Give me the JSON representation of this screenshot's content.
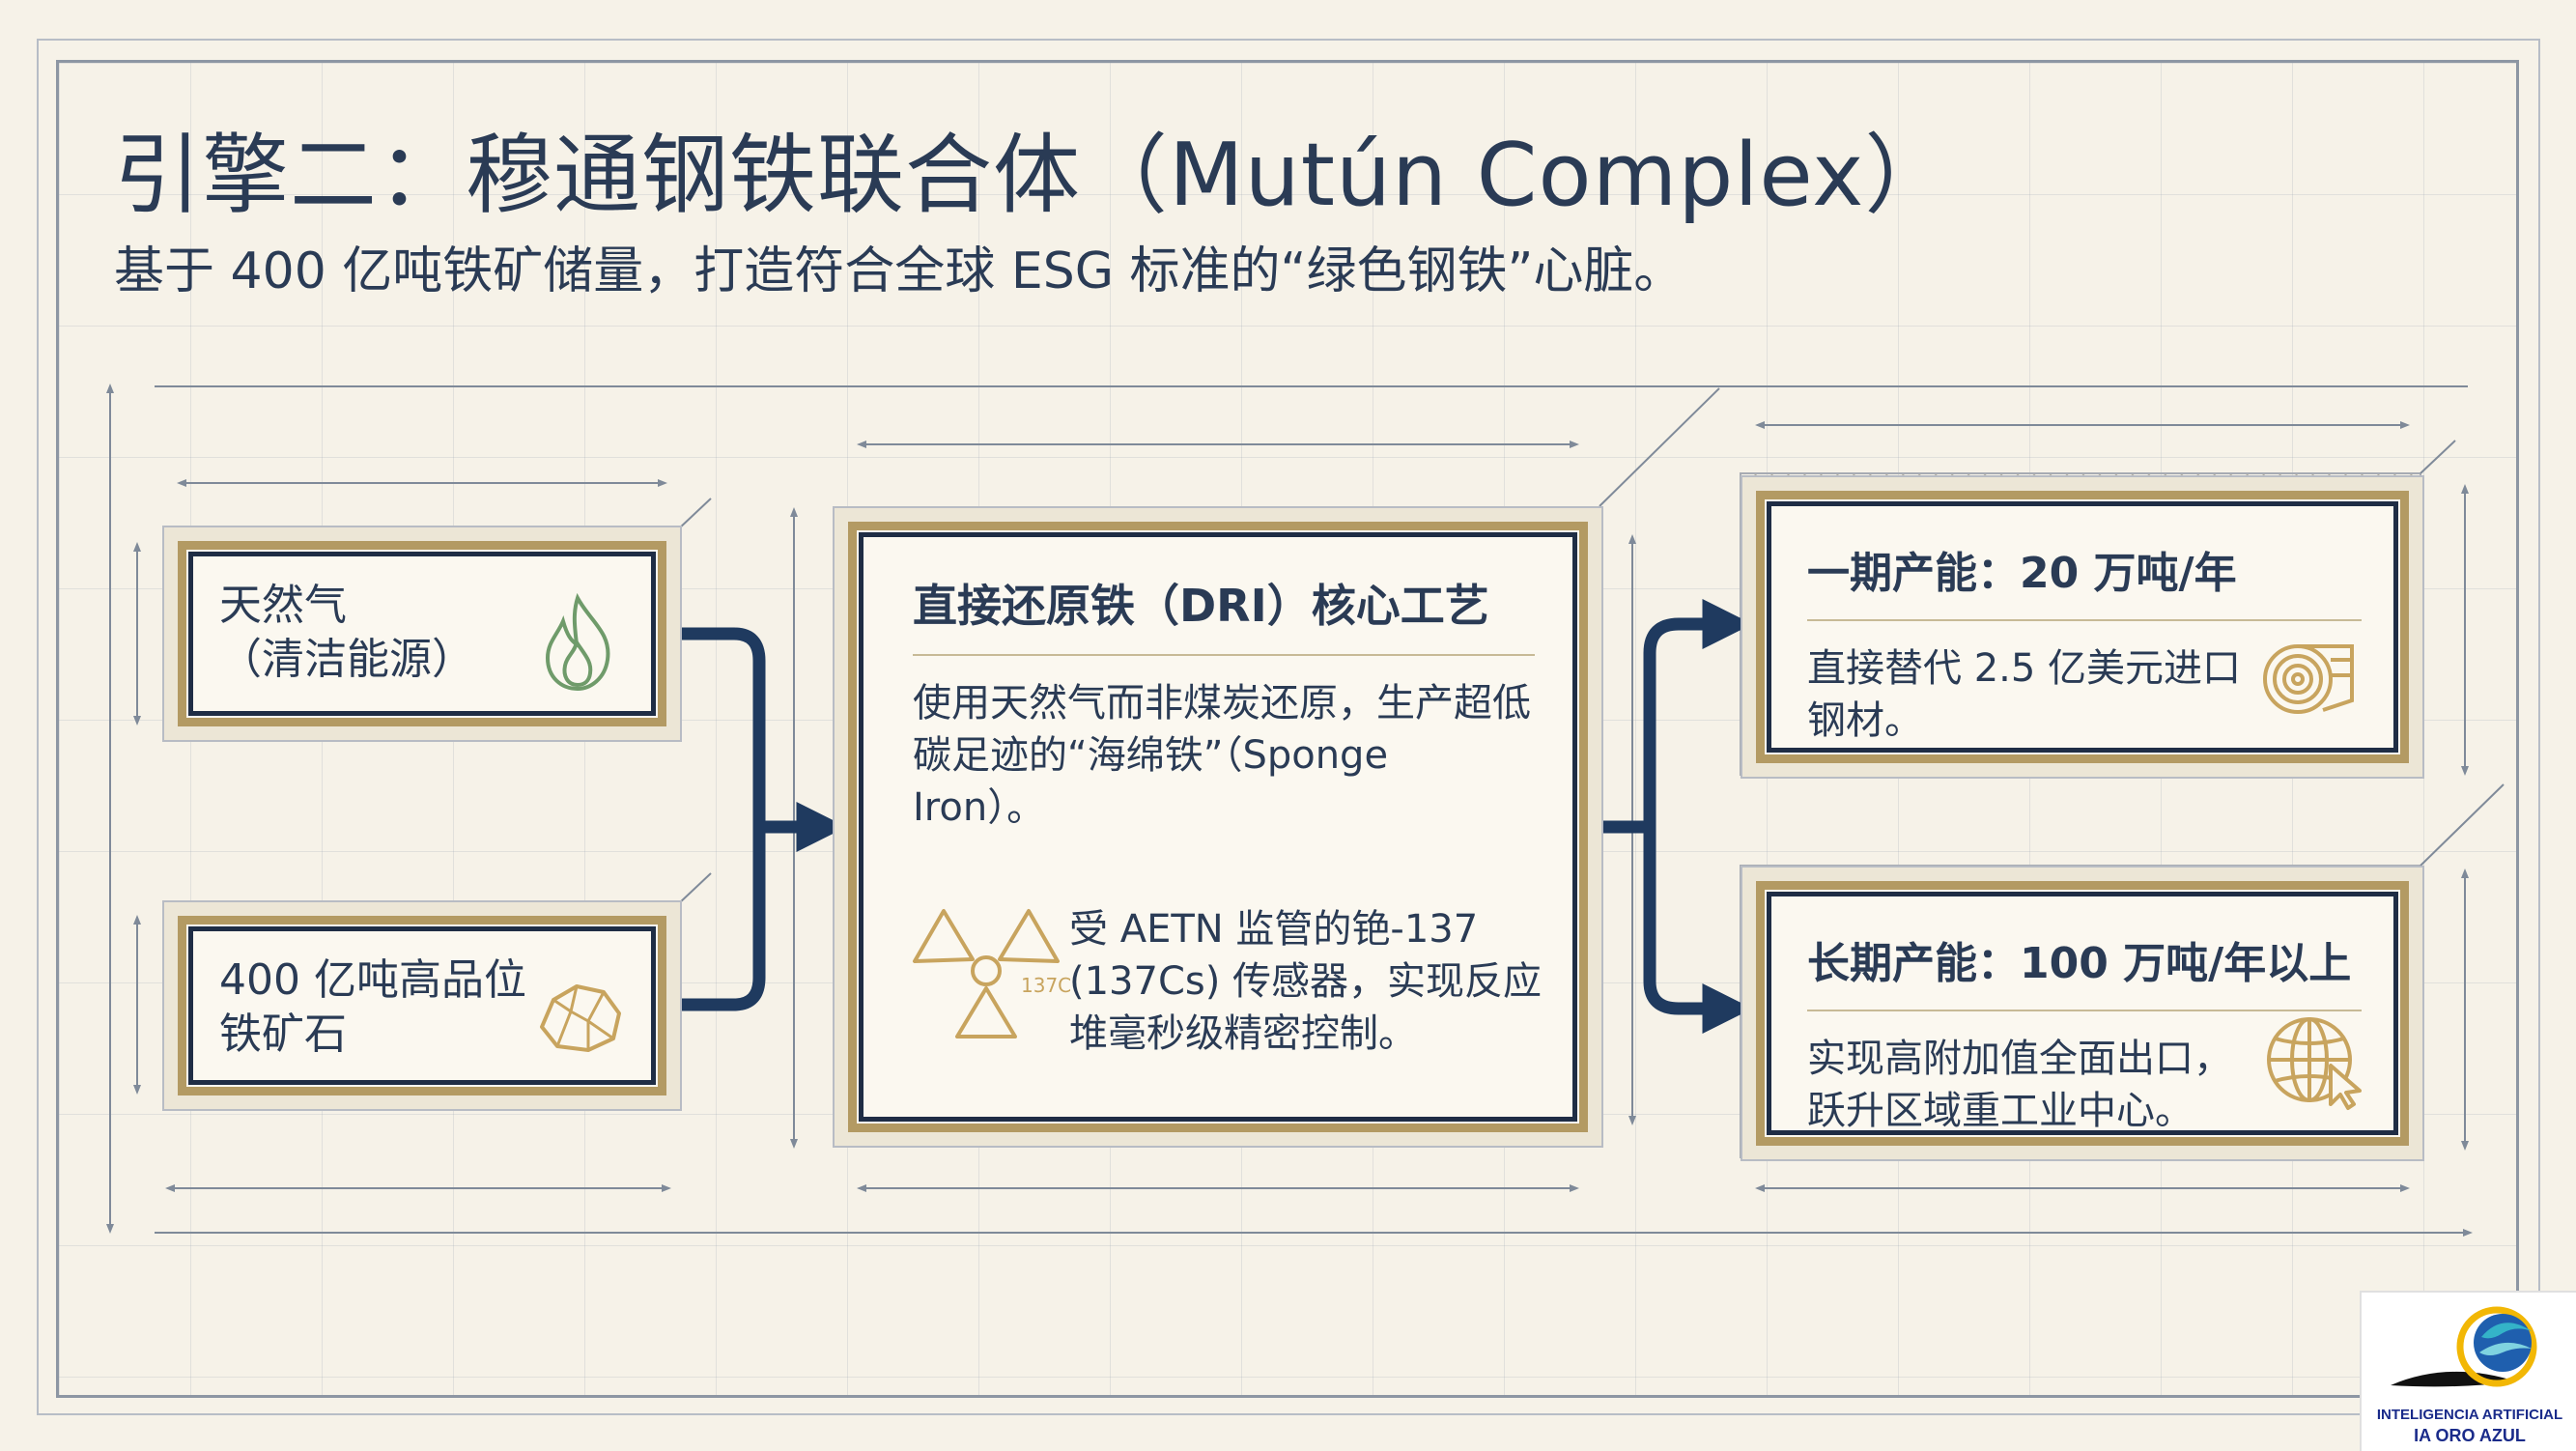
{
  "header": {
    "title": "引擎二：穆通钢铁联合体（Mutún Complex）",
    "subtitle": "基于 400 亿吨铁矿储量，打造符合全球 ESG 标准的“绿色钢铁”心脏。"
  },
  "inputs": [
    {
      "lines": [
        "天然气",
        "（清洁能源）"
      ],
      "icon": "flame-icon"
    },
    {
      "lines": [
        "400 亿吨高品位",
        "铁矿石"
      ],
      "icon": "ore-rock-icon"
    }
  ],
  "core": {
    "heading": "直接还原铁（DRI）核心工艺",
    "description_lines": [
      "使用天然气而非煤炭还原，生产超低",
      "碳足迹的“海绵铁”（Sponge",
      "Iron）。"
    ],
    "sensor_icon": "radiation-icon",
    "sensor_icon_label": "137Cs",
    "sensor_lines": [
      "受 AETN 监管的铯-137",
      "(137Cs) 传感器，实现反应",
      "堆毫秒级精密控制。"
    ]
  },
  "outputs": [
    {
      "heading": "一期产能：20 万吨/年",
      "lines": [
        "直接替代 2.5 亿美元进口",
        "钢材。"
      ],
      "icon": "steel-coil-icon"
    },
    {
      "heading": "长期产能：100 万吨/年以上",
      "lines": [
        "实现高附加值全面出口，",
        "跃升区域重工业中心。"
      ],
      "icon": "globe-cursor-icon"
    }
  ],
  "logo": {
    "line1": "INTELIGENCIA ARTIFICIAL",
    "line2": "IA ORO AZUL"
  },
  "colors": {
    "navy": "#1f3a5f",
    "gold": "#b39a63",
    "paper": "#f6f2e8",
    "icon_green": "#6f9b6a",
    "icon_gold": "#c8a45e"
  }
}
